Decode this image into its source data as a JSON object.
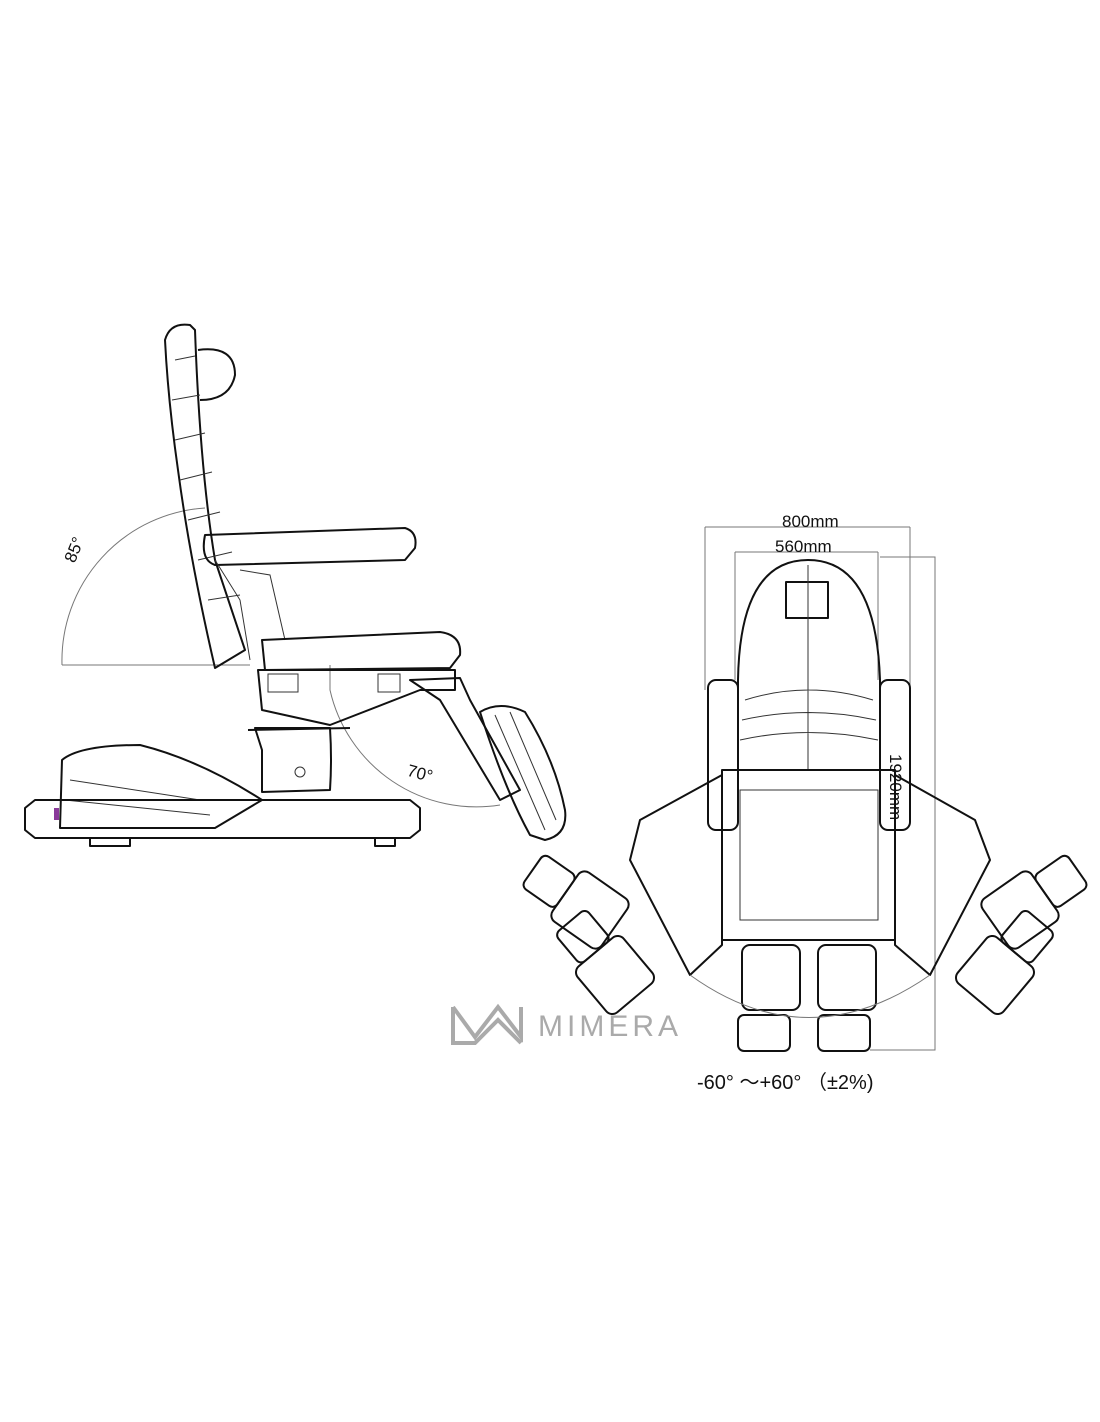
{
  "side_view": {
    "backrest_angle_label": "85°",
    "legrest_angle_label": "70°"
  },
  "top_view": {
    "overall_width_label": "800mm",
    "seat_width_label": "560mm",
    "length_label": "1920mm",
    "rotation_label": "-60°  ～+60°  （±2%)"
  },
  "watermark": {
    "brand": "MIMERA"
  }
}
